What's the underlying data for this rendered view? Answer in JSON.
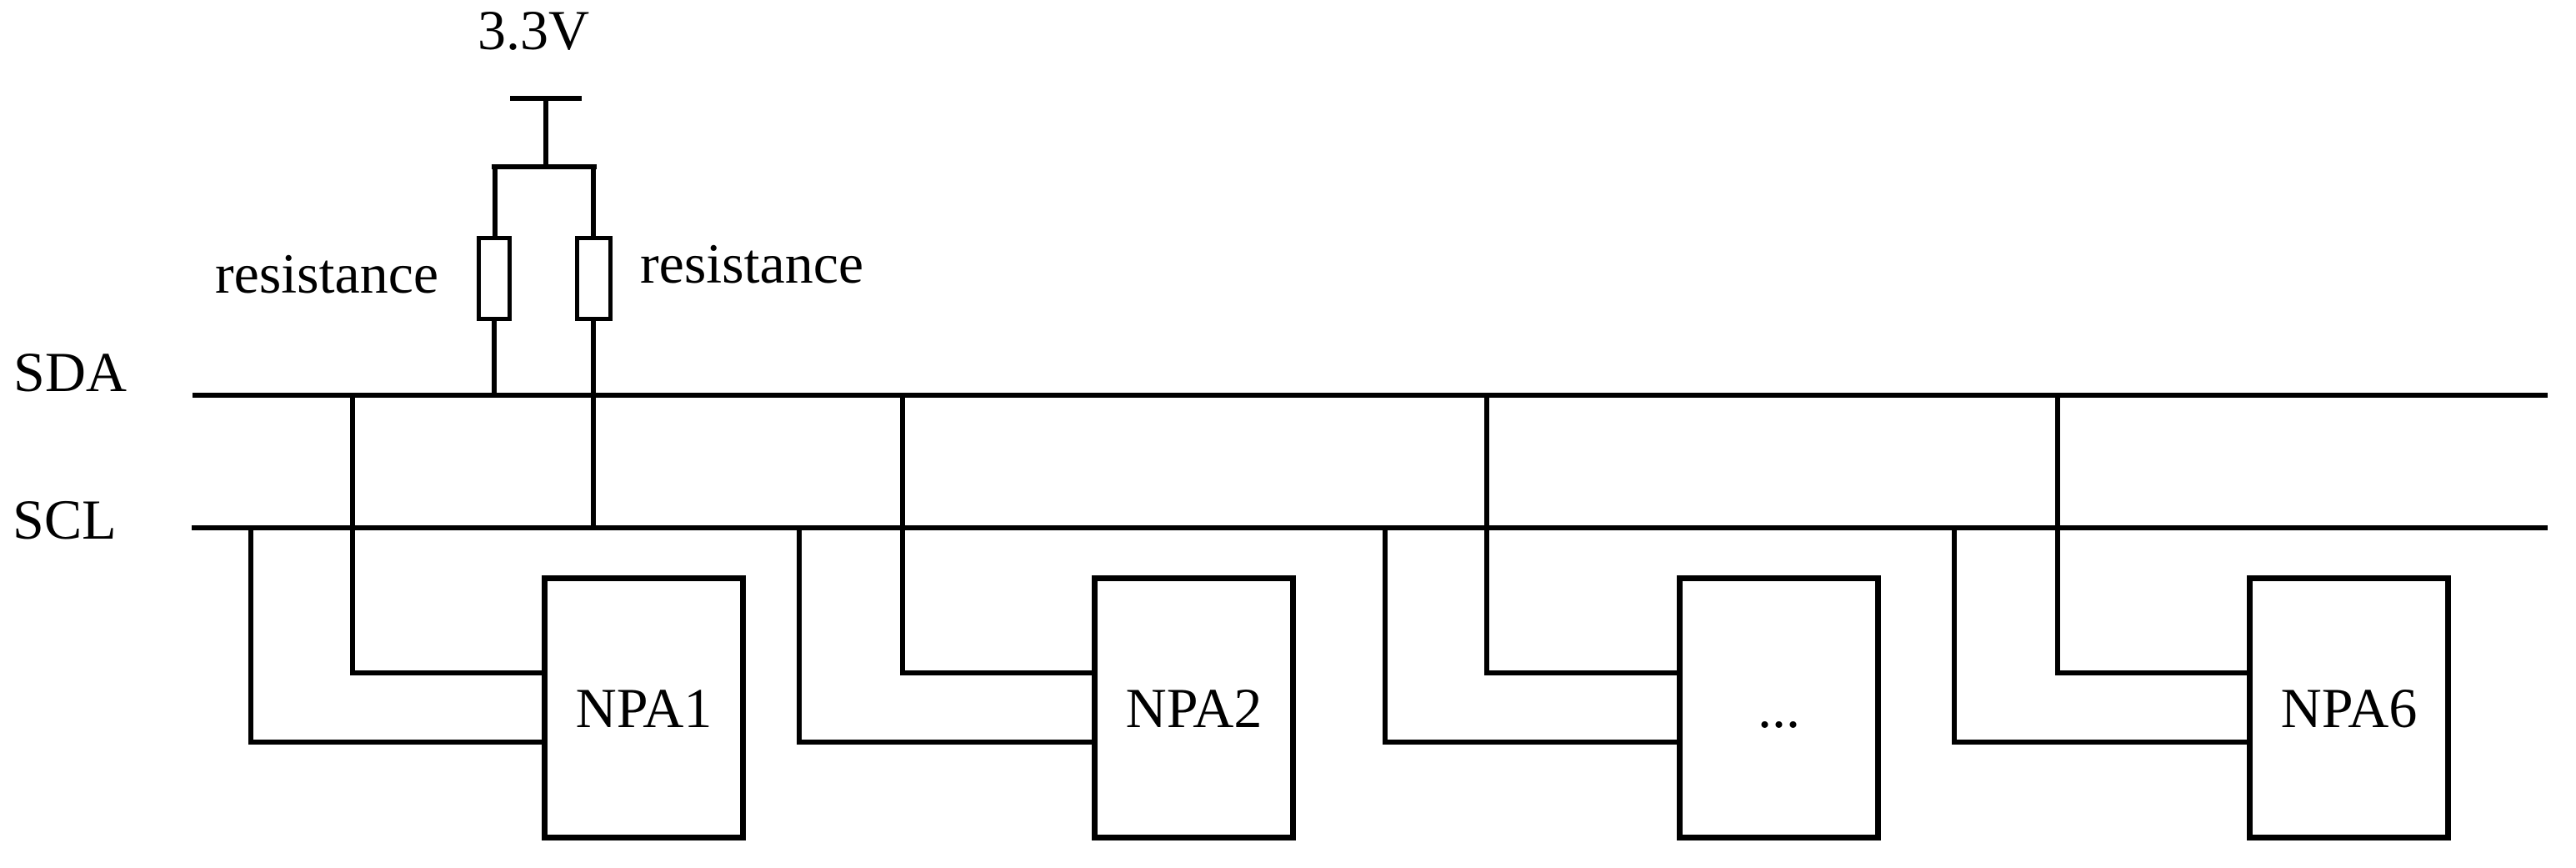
{
  "power": {
    "voltage_label": "3.3V"
  },
  "resistors": {
    "left_label": "resistance",
    "right_label": "resistance"
  },
  "buses": {
    "sda_label": "SDA",
    "scl_label": "SCL"
  },
  "devices": [
    {
      "label": "NPA1"
    },
    {
      "label": "NPA2"
    },
    {
      "label": "..."
    },
    {
      "label": "NPA6"
    }
  ],
  "colors": {
    "line": "#000000",
    "text": "#000000",
    "background": "#ffffff"
  }
}
